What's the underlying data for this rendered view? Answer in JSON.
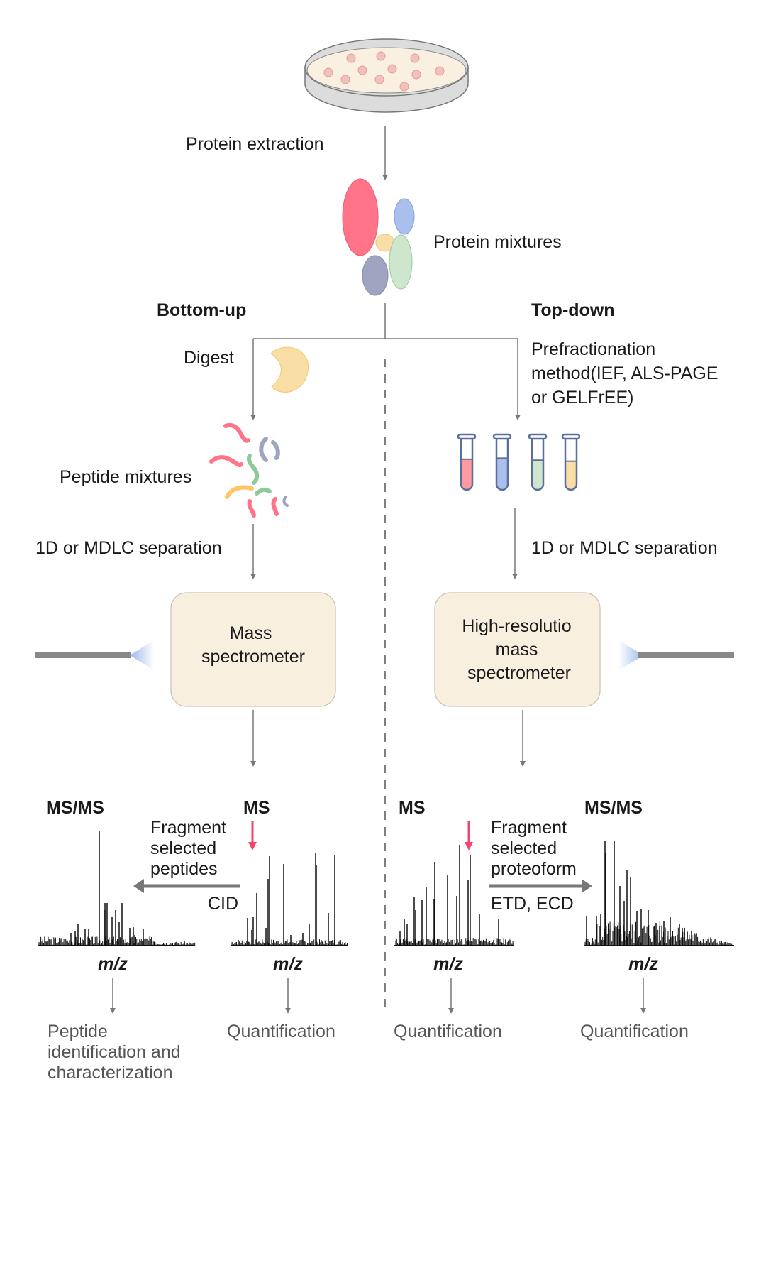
{
  "title": "Bottom-up vs Top-down proteomics workflow",
  "colors": {
    "arrow": "#777777",
    "box_fill": "#f8efdf",
    "box_stroke": "#c9c1b4",
    "highlight_arrow": "#f0456e",
    "protein_red": "#ff7488",
    "protein_blue": "#a9bfec",
    "protein_yellow": "#f9dfa6",
    "protein_green": "#cde6cd",
    "protein_navy": "#9fa4c0"
  },
  "top": {
    "extraction_label": "Protein extraction",
    "mixtures_label": "Protein mixtures"
  },
  "bottom_up": {
    "heading": "Bottom-up",
    "digest_label": "Digest",
    "peptide_label": "Peptide mixtures",
    "separation_label": "1D or MDLC separation",
    "instrument": [
      "Mass",
      "spectrometer"
    ],
    "ms_label": "MS",
    "msms_label": "MS/MS",
    "fragment_label": [
      "Fragment",
      "selected",
      "peptides"
    ],
    "method_label": "CID",
    "axis_label": "m/z",
    "outcome_left": [
      "Peptide",
      "identification and",
      "characterization"
    ],
    "outcome_right": "Quantification"
  },
  "top_down": {
    "heading": "Top-down",
    "prefractionation_label": [
      "Prefractionation",
      "method(IEF, ALS-PAGE",
      "or GELFrEE)"
    ],
    "separation_label": "1D or MDLC separation",
    "instrument": [
      "High-resolutio",
      "mass",
      "spectrometer"
    ],
    "ms_label": "MS",
    "msms_label": "MS/MS",
    "fragment_label": [
      "Fragment",
      "selected",
      "proteoform"
    ],
    "method_label": "ETD, ECD",
    "axis_label": "m/z",
    "outcome_left": "Quantification",
    "outcome_right": "Quantification"
  },
  "tubes": [
    {
      "color": "#ff9aa0",
      "fill_level": 0.6
    },
    {
      "color": "#a9bfec",
      "fill_level": 0.62
    },
    {
      "color": "#cde6cd",
      "fill_level": 0.58
    },
    {
      "color": "#f9dfa6",
      "fill_level": 0.56
    }
  ]
}
